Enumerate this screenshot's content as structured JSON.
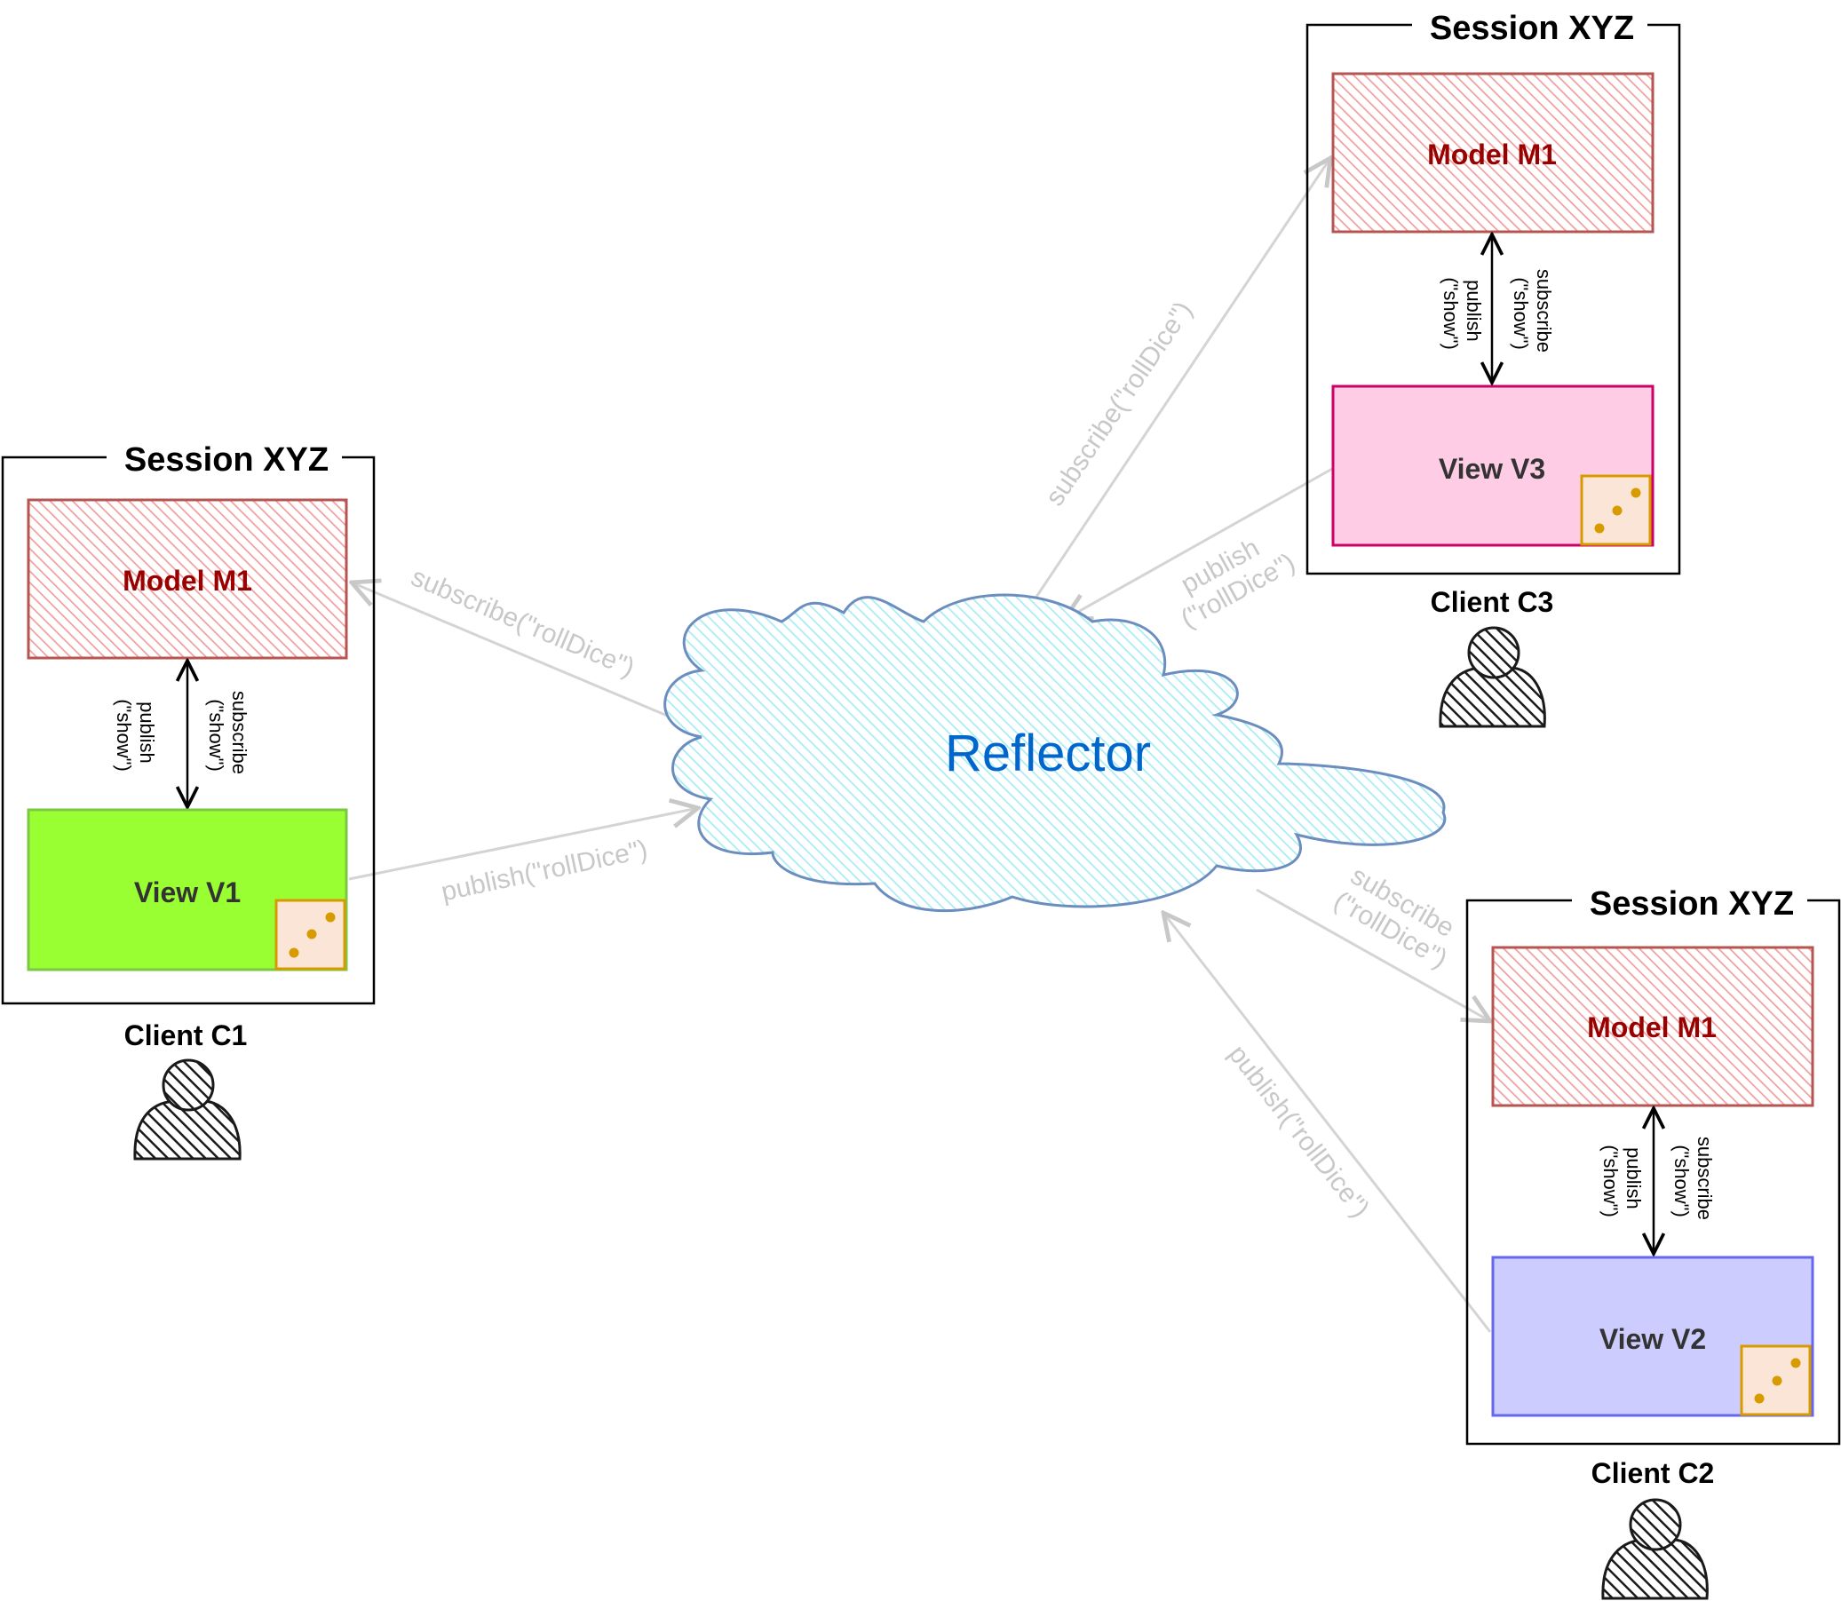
{
  "colors": {
    "model_fill": "#f4b6b6",
    "model_stroke": "#b85450",
    "model_text": "#990000",
    "view1_fill": "#99ff33",
    "view1_stroke": "#7ac943",
    "view2_fill": "#ccccff",
    "view2_stroke": "#6666ee",
    "view3_fill": "#ffcce6",
    "view3_stroke": "#cc0066",
    "cloud_fill": "#c7f2f7",
    "cloud_stroke": "#6c8ebf",
    "reflector_text": "#0066cc",
    "gray_arrow": "#d4d4d4",
    "gray_text": "#c8c8c8",
    "dice_fill": "#fbe5d6",
    "dice_stroke": "#d79b00",
    "dice_dot": "#d79b00"
  },
  "reflector": {
    "label": "Reflector"
  },
  "clients": [
    {
      "session": "Session XYZ",
      "model": "Model M1",
      "view": "View V1",
      "client": "Client C1",
      "publish": [
        "publish",
        "(\"show\")"
      ],
      "subscribe": [
        "subscribe",
        "(\"show\")"
      ]
    },
    {
      "session": "Session XYZ",
      "model": "Model M1",
      "view": "View V2",
      "client": "Client C2",
      "publish": [
        "publish",
        "(\"show\")"
      ],
      "subscribe": [
        "subscribe",
        "(\"show\")"
      ]
    },
    {
      "session": "Session XYZ",
      "model": "Model M1",
      "view": "View V3",
      "client": "Client C3",
      "publish": [
        "publish",
        "(\"show\")"
      ],
      "subscribe": [
        "subscribe",
        "(\"show\")"
      ]
    }
  ],
  "edges": {
    "c1_subscribe": "subscribe(\"rollDice\")",
    "c1_publish": "publish(\"rollDice\")",
    "c3_subscribe": "subscribe(\"rollDice\")",
    "c3_publish": [
      "publish",
      "(\"rollDice\")"
    ],
    "c2_subscribe": [
      "subscribe",
      "(\"rollDice\")"
    ],
    "c2_publish": "publish(\"rollDice\")"
  }
}
